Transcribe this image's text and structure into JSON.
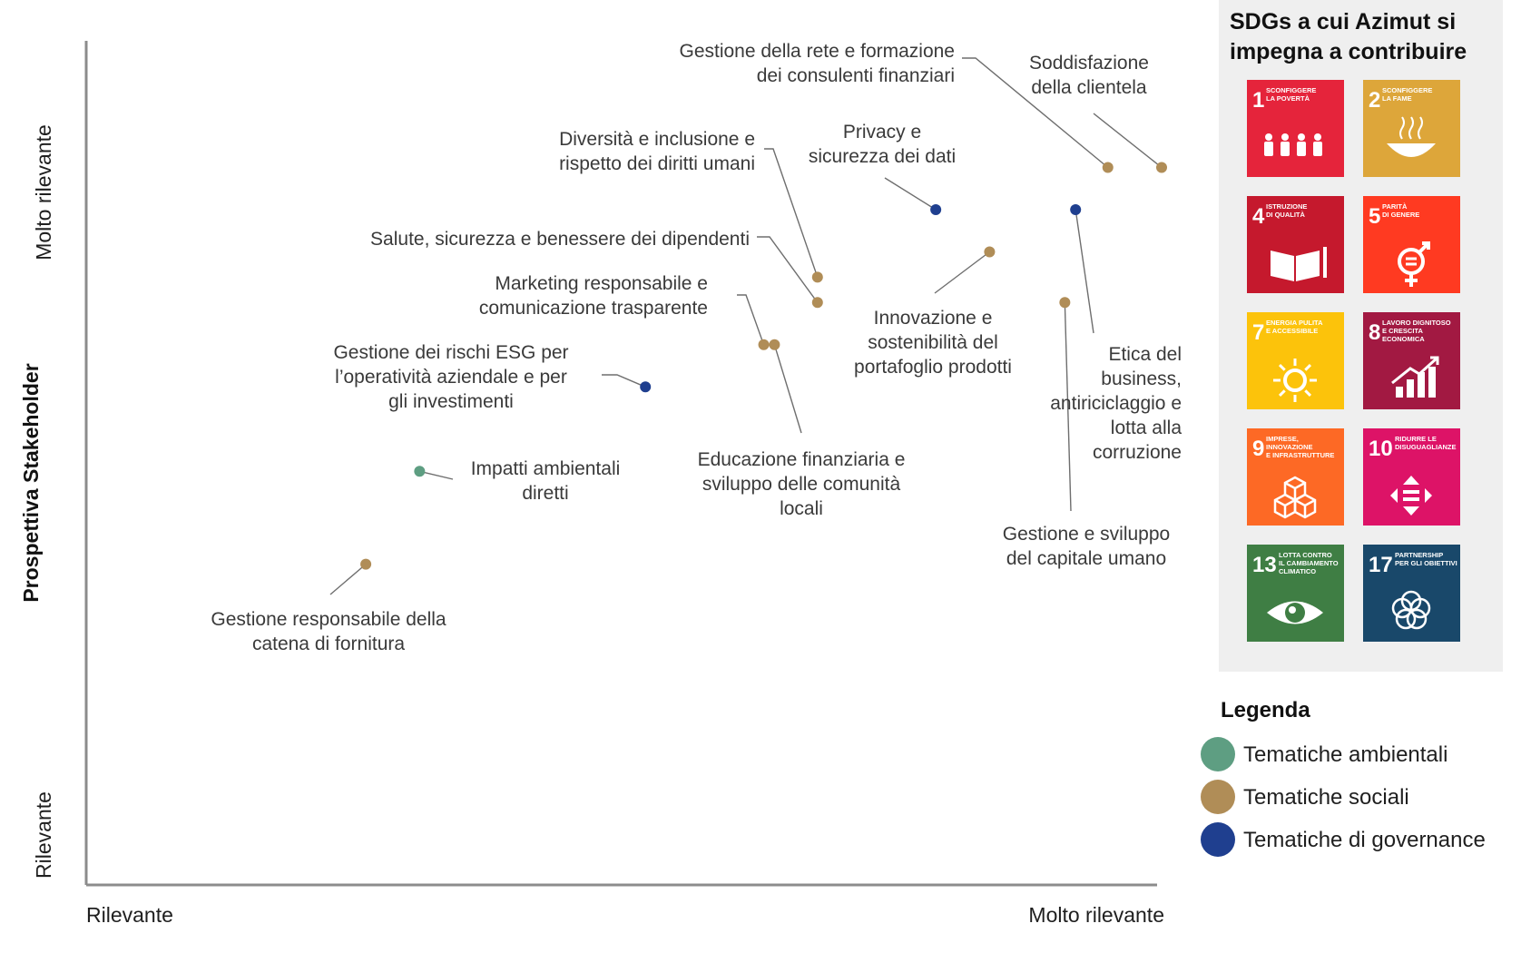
{
  "chart_data": {
    "type": "scatter",
    "title": "",
    "xlabel": "",
    "ylabel": "Prospettiva Stakeholder",
    "x_tick_labels": [
      "Rilevante",
      "Molto rilevante"
    ],
    "y_tick_labels": [
      "Rilevante",
      "Molto rilevante"
    ],
    "xlim": [
      0,
      10
    ],
    "ylim": [
      0,
      10
    ],
    "grid": false,
    "legend_position": "right",
    "legend_title": "Legenda",
    "categories": [
      {
        "key": "amb",
        "name": "Tematiche ambientali",
        "color": "#5e9e82"
      },
      {
        "key": "soc",
        "name": "Tematiche sociali",
        "color": "#b08d57"
      },
      {
        "key": "gov",
        "name": "Tematiche di governance",
        "color": "#1f3f8f"
      }
    ],
    "points": [
      {
        "lines": [
          "Gestione della rete e formazione",
          "dei consulenti finanziari"
        ],
        "x": 9.5,
        "y": 8.5,
        "cat": "soc"
      },
      {
        "lines": [
          "Soddisfazione",
          "della clientela"
        ],
        "x": 10.0,
        "y": 8.5,
        "cat": "soc"
      },
      {
        "lines": [
          "Privacy e",
          "sicurezza dei dati"
        ],
        "x": 7.9,
        "y": 8.0,
        "cat": "gov"
      },
      {
        "lines": [
          "Etica del",
          "business,",
          "antiriciclaggio e",
          "lotta alla",
          "corruzione"
        ],
        "x": 9.2,
        "y": 8.0,
        "cat": "gov"
      },
      {
        "lines": [
          "Diversità e inclusione e",
          "rispetto dei diritti umani"
        ],
        "x": 6.8,
        "y": 7.2,
        "cat": "soc"
      },
      {
        "lines": [
          "Salute, sicurezza e benessere dei dipendenti"
        ],
        "x": 6.8,
        "y": 6.9,
        "cat": "soc"
      },
      {
        "lines": [
          "Innovazione e",
          "sostenibilità del",
          "portafoglio prodotti"
        ],
        "x": 8.4,
        "y": 7.5,
        "cat": "soc"
      },
      {
        "lines": [
          "Gestione e sviluppo",
          "del capitale umano"
        ],
        "x": 9.1,
        "y": 6.9,
        "cat": "soc"
      },
      {
        "lines": [
          "Marketing responsabile e",
          "comunicazione trasparente"
        ],
        "x": 6.3,
        "y": 6.4,
        "cat": "soc"
      },
      {
        "lines": [
          "Educazione finanziaria e",
          "sviluppo delle comunità",
          "locali"
        ],
        "x": 6.4,
        "y": 6.4,
        "cat": "soc"
      },
      {
        "lines": [
          "Gestione dei rischi ESG per",
          "l’operatività aziendale e per",
          "gli investimenti"
        ],
        "x": 5.2,
        "y": 5.9,
        "cat": "gov"
      },
      {
        "lines": [
          "Impatti ambientali",
          "diretti"
        ],
        "x": 3.1,
        "y": 4.9,
        "cat": "amb"
      },
      {
        "lines": [
          "Gestione responsabile della",
          "catena di fornitura"
        ],
        "x": 2.6,
        "y": 3.8,
        "cat": "soc"
      }
    ]
  },
  "sdg_panel": {
    "title_lines": [
      "SDGs a cui Azimut si",
      "impegna a contribuire"
    ],
    "tiles": [
      {
        "number": "1",
        "caption": [
          "SCONFIGGERE",
          "LA POVERTÀ"
        ],
        "color": "#e5243b",
        "icon": "family-icon"
      },
      {
        "number": "2",
        "caption": [
          "SCONFIGGERE",
          "LA FAME"
        ],
        "color": "#dda63a",
        "icon": "bowl-icon"
      },
      {
        "number": "4",
        "caption": [
          "ISTRUZIONE",
          "DI QUALITÀ"
        ],
        "color": "#c5192d",
        "icon": "book-icon"
      },
      {
        "number": "5",
        "caption": [
          "PARITÀ",
          "DI GENERE"
        ],
        "color": "#ff3a21",
        "icon": "gender-equality-icon"
      },
      {
        "number": "7",
        "caption": [
          "ENERGIA PULITA",
          "E ACCESSIBILE"
        ],
        "color": "#fcc30b",
        "icon": "sun-power-icon"
      },
      {
        "number": "8",
        "caption": [
          "LAVORO DIGNITOSO",
          "E CRESCITA",
          "ECONOMICA"
        ],
        "color": "#a21942",
        "icon": "growth-chart-icon"
      },
      {
        "number": "9",
        "caption": [
          "IMPRESE,",
          "INNOVAZIONE",
          "E INFRASTRUTTURE"
        ],
        "color": "#fd6925",
        "icon": "cubes-icon"
      },
      {
        "number": "10",
        "caption": [
          "RIDURRE LE",
          "DISUGUAGLIANZE"
        ],
        "color": "#dd1367",
        "icon": "equality-arrows-icon"
      },
      {
        "number": "13",
        "caption": [
          "LOTTA CONTRO",
          "IL CAMBIAMENTO",
          "CLIMATICO"
        ],
        "color": "#3f7e44",
        "icon": "eye-earth-icon"
      },
      {
        "number": "17",
        "caption": [
          "PARTNERSHIP",
          "PER GLI OBIETTIVI"
        ],
        "color": "#19486a",
        "icon": "rings-icon"
      }
    ]
  }
}
